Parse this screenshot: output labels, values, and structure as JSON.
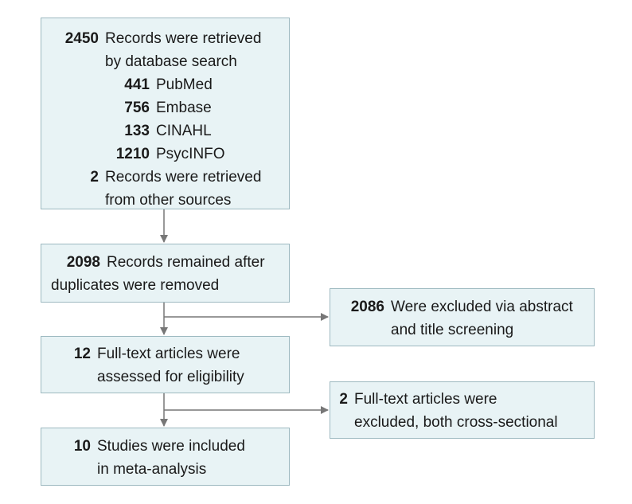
{
  "retrieved": {
    "total_count": "2450",
    "total_text_1": "Records were retrieved",
    "total_text_2": "by database search",
    "sources": [
      {
        "count": "441",
        "name": "PubMed"
      },
      {
        "count": "756",
        "name": "Embase"
      },
      {
        "count": "133",
        "name": "CINAHL"
      },
      {
        "count": "1210",
        "name": "PsycINFO"
      }
    ],
    "other_count": "2",
    "other_text_1": "Records were retrieved",
    "other_text_2": "from other sources"
  },
  "deduplicated": {
    "count": "2098",
    "text_1": "Records remained after",
    "text_2": "duplicates were removed"
  },
  "excluded_screening": {
    "count": "2086",
    "text_1": "Were excluded via abstract",
    "text_2": "and title screening"
  },
  "assessed": {
    "count": "12",
    "text_1": "Full-text articles were",
    "text_2": "assessed for eligibility"
  },
  "excluded_fulltext": {
    "count": "2",
    "text_1": "Full-text articles were",
    "text_2": "excluded, both cross-sectional"
  },
  "included": {
    "count": "10",
    "text_1": "Studies were included",
    "text_2": "in meta-analysis"
  }
}
